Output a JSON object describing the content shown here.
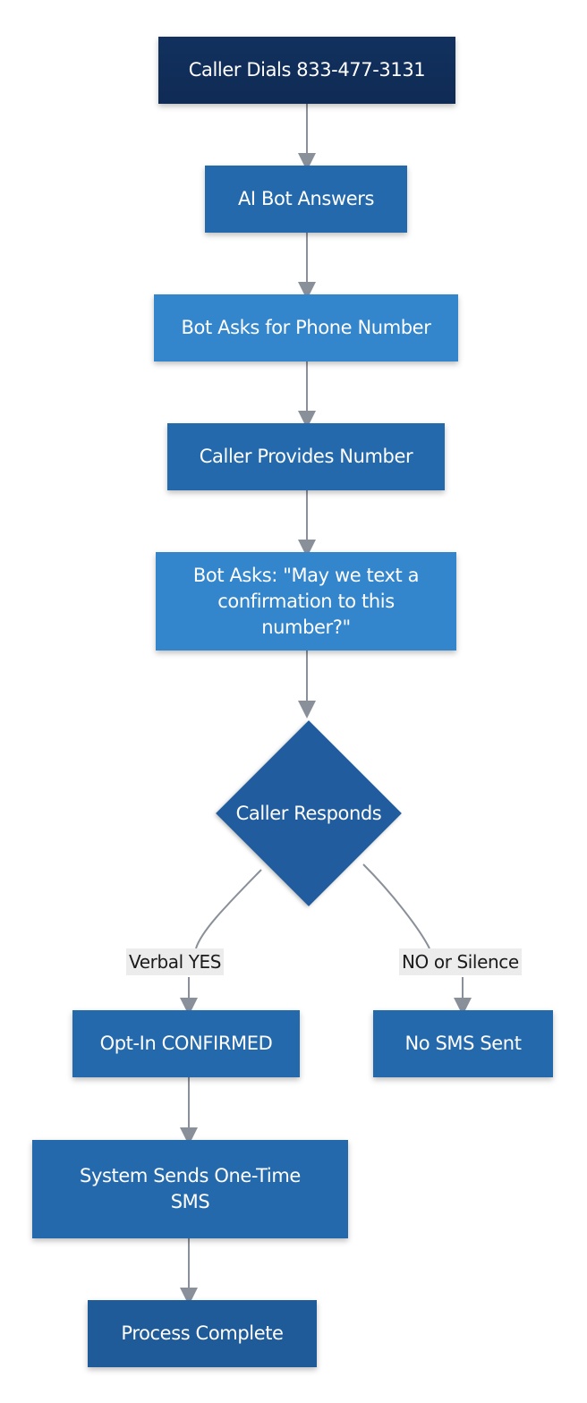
{
  "nodes": {
    "caller_dials": "Caller Dials 833-477-3131",
    "ai_bot_answers": "AI Bot Answers",
    "bot_asks_phone": "Bot Asks for Phone Number",
    "caller_provides": "Caller Provides Number",
    "bot_asks_text": "Bot Asks: \"May we text a confirmation to this number?\"",
    "caller_responds": "Caller Responds",
    "opt_in_confirmed": "Opt-In CONFIRMED",
    "no_sms_sent": "No SMS Sent",
    "system_sends_sms": "System Sends One-Time SMS",
    "process_complete": "Process Complete"
  },
  "edge_labels": {
    "yes": "Verbal YES",
    "no": "NO or Silence"
  },
  "colors": {
    "dark_navy": "#12315e",
    "medium_blue": "#2569ad",
    "light_blue": "#3385cc",
    "connector_gray": "#8a9099"
  }
}
